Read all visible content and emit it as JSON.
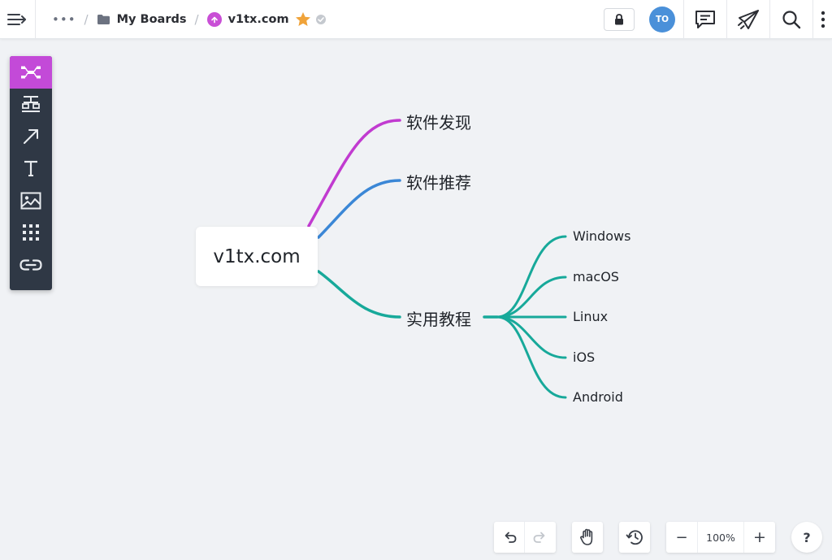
{
  "topbar": {
    "breadcrumb_more": "•••",
    "separator": "/",
    "folder_label": "My Boards",
    "board_title": "v1tx.com",
    "avatar_initials": "TO"
  },
  "mindmap": {
    "root": "v1tx.com",
    "branches": [
      {
        "label": "软件发现",
        "color": "#c13bd0",
        "children": []
      },
      {
        "label": "软件推荐",
        "color": "#3b87d6",
        "children": []
      },
      {
        "label": "实用教程",
        "color": "#17a99a",
        "children": [
          "Windows",
          "macOS",
          "Linux",
          "iOS",
          "Android"
        ]
      }
    ]
  },
  "bottom": {
    "zoom": "100%",
    "zoom_out": "−",
    "zoom_in": "+",
    "help": "?"
  },
  "colors": {
    "accent_purple": "#c34ad8",
    "avatar_blue": "#4a90d9",
    "star": "#f0a33a",
    "toolbar_bg": "#2f3845"
  }
}
